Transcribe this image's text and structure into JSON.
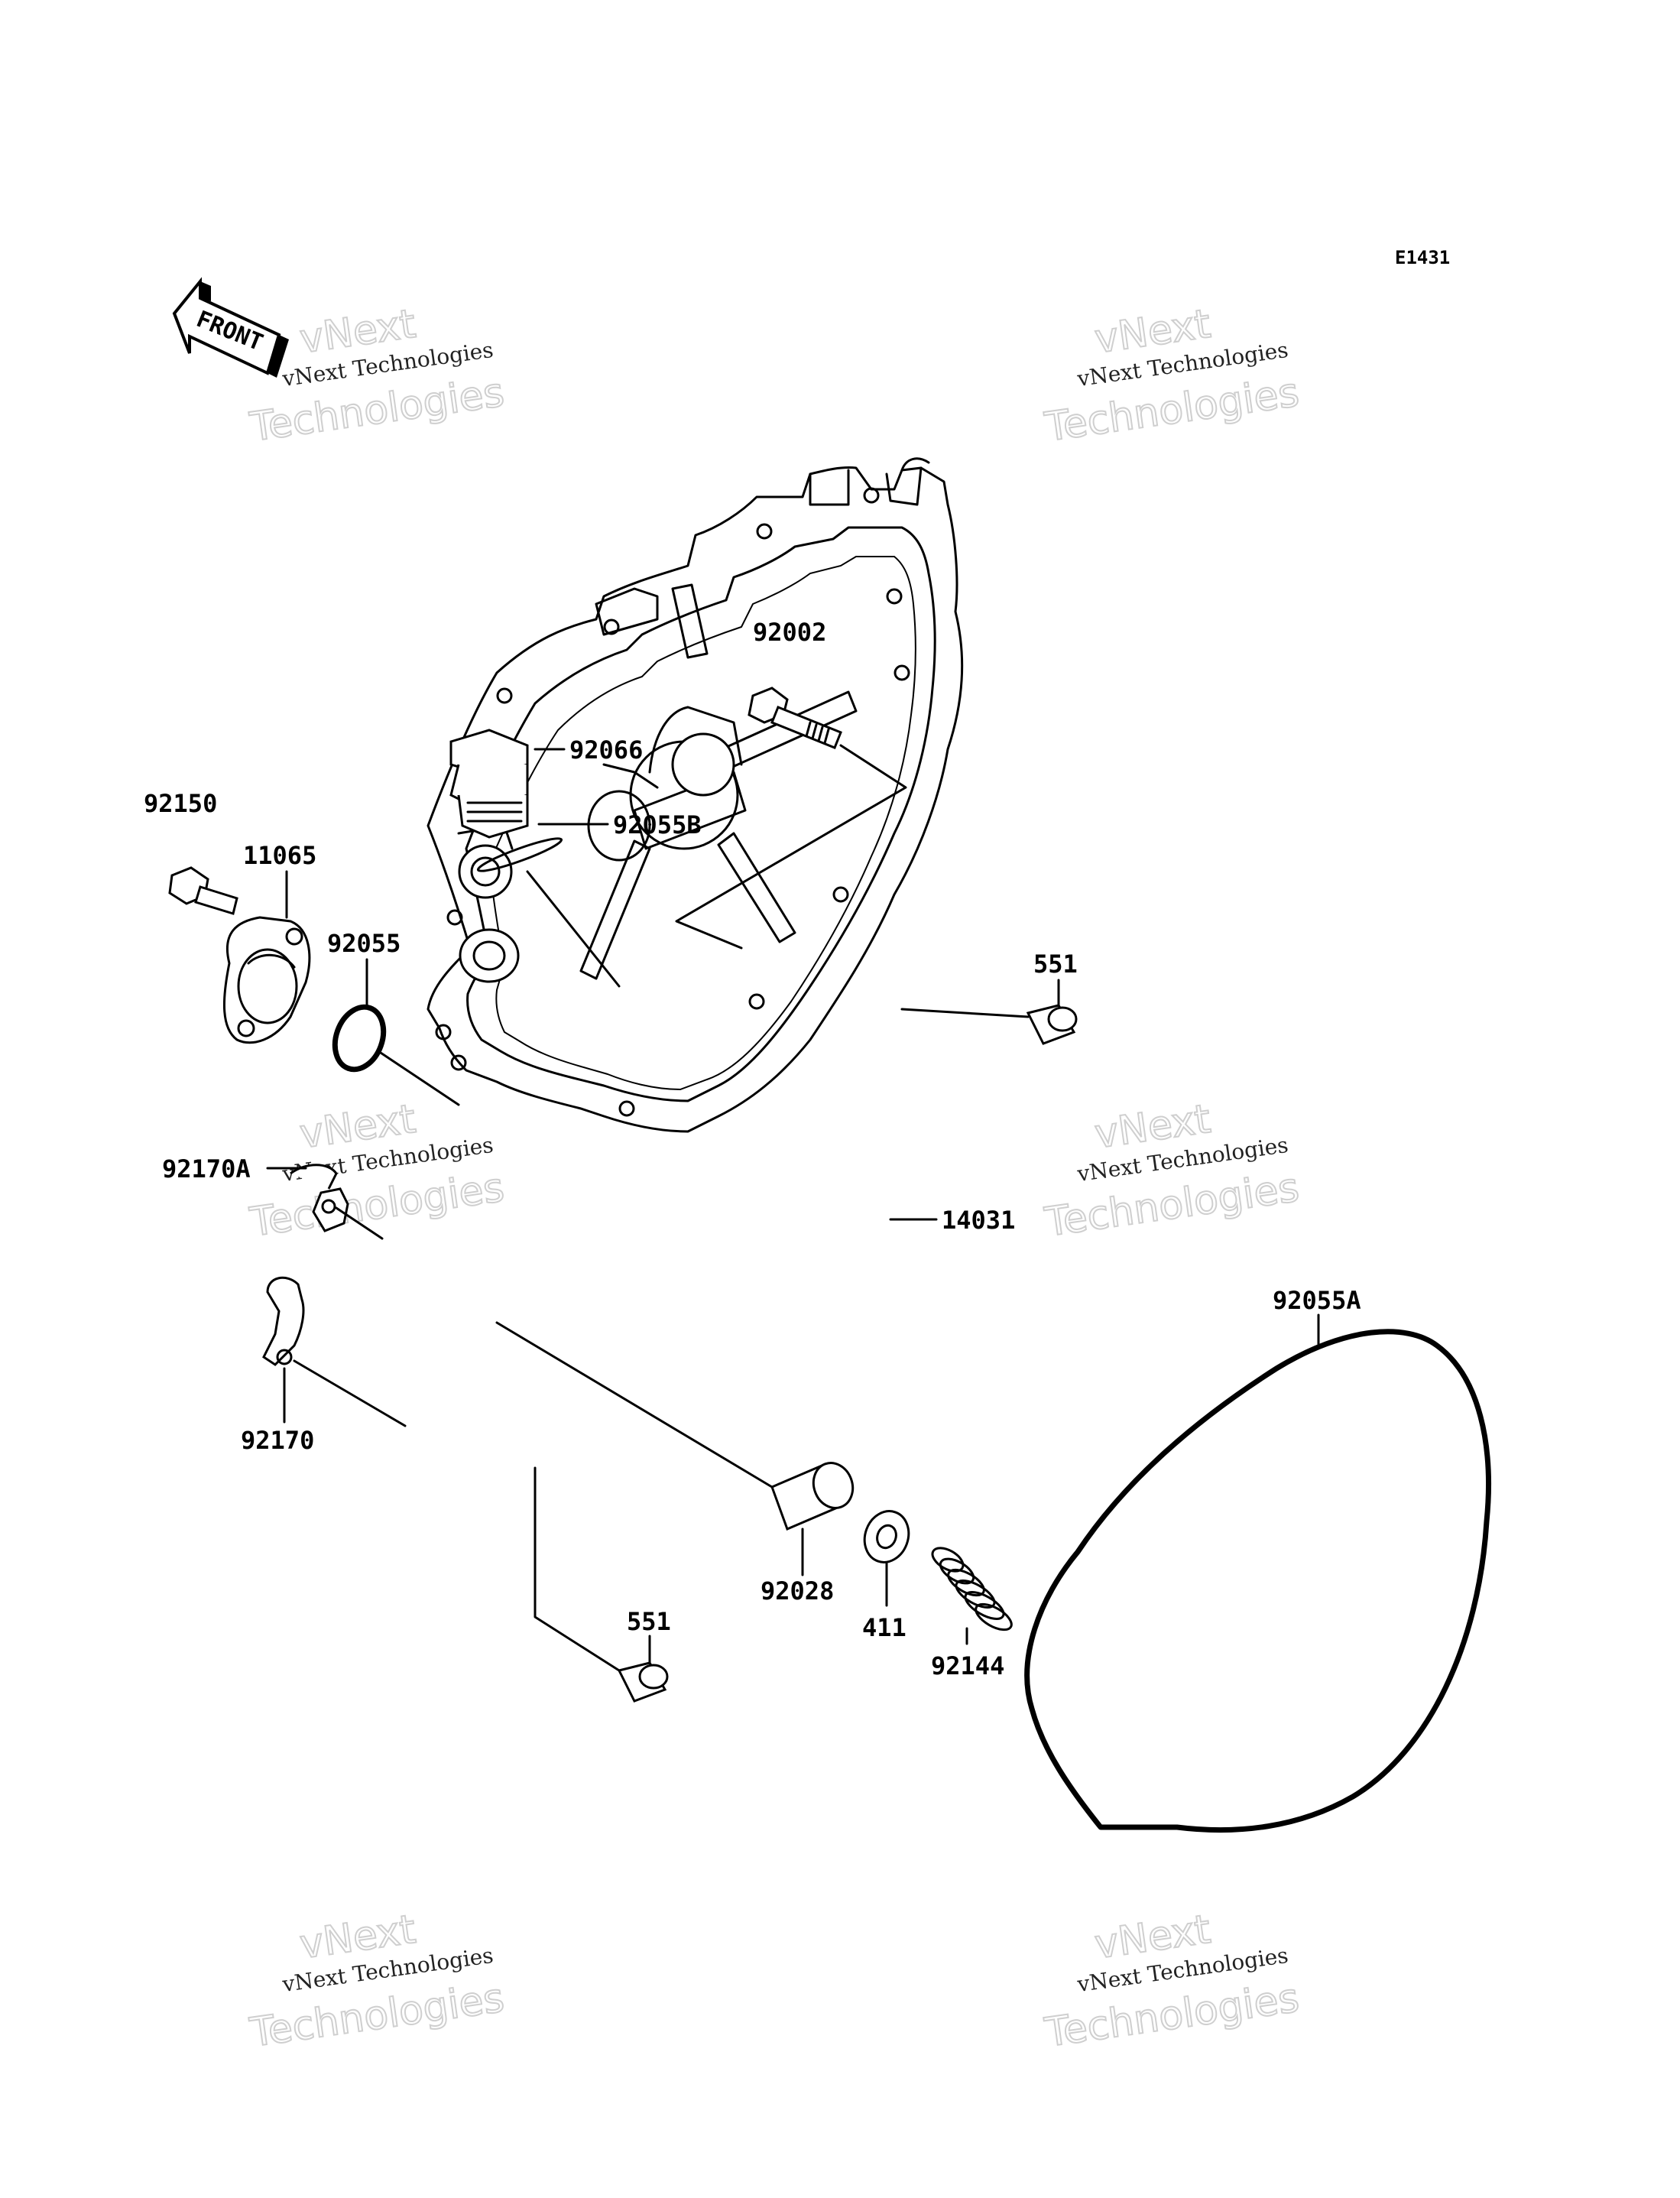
{
  "diagram": {
    "code": "E1431",
    "front_label": "FRONT",
    "watermark": {
      "line1": "vNext Technologies",
      "line2": "vNext",
      "line3": "Technologies"
    },
    "parts": {
      "p92002": "92002",
      "p92066": "92066",
      "p92055B": "92055B",
      "p92150": "92150",
      "p11065": "11065",
      "p92055": "92055",
      "p551a": "551",
      "p92170A": "92170A",
      "p14031": "14031",
      "p92055A": "92055A",
      "p92170": "92170",
      "p551b": "551",
      "p92028": "92028",
      "p411": "411",
      "p92144": "92144"
    }
  }
}
